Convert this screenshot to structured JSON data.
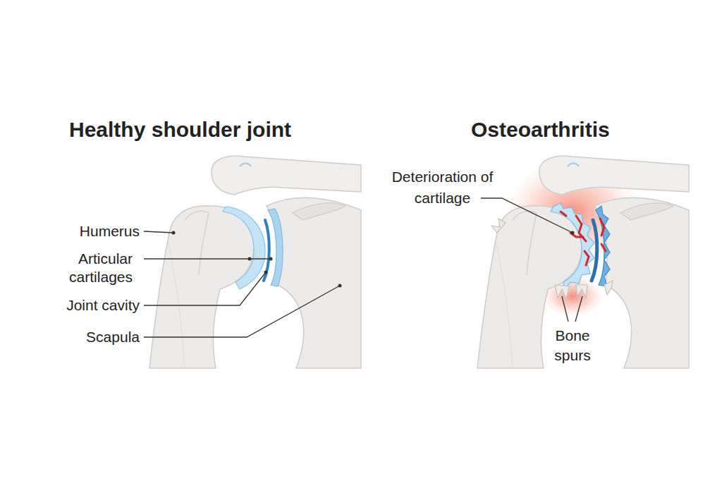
{
  "diagram": {
    "labels": [
      "Healthy shoulder joint",
      "Osteoarthritis",
      "Humerus",
      "Articular cartilages",
      "Joint cavity",
      "Scapula",
      "Deterioration of cartilage",
      "Bone spurs"
    ]
  }
}
